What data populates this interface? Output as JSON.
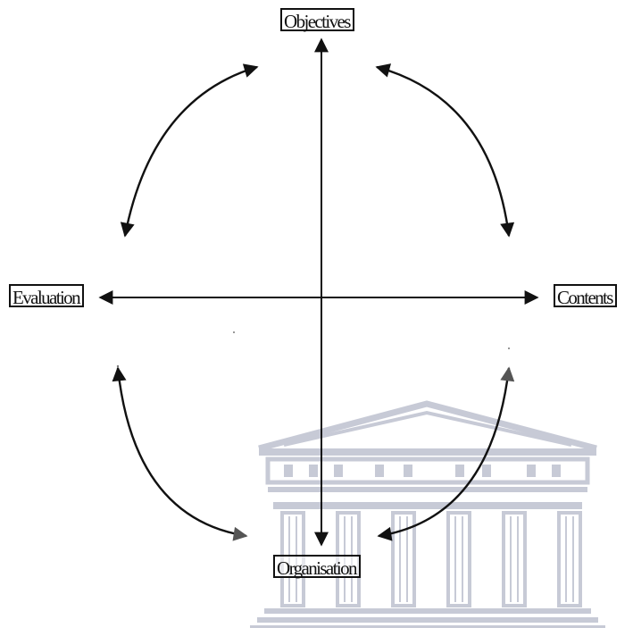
{
  "nodes": {
    "objectives": {
      "label": "Objectives"
    },
    "contents": {
      "label": "Contents"
    },
    "organisation": {
      "label": "Organisation"
    },
    "evaluation": {
      "label": "Evaluation"
    }
  },
  "colors": {
    "ink": "#111111",
    "watermark": "#c7cad6",
    "watermark_dark": "#aeb2c2"
  },
  "watermark": {
    "icon": "university-building-icon"
  }
}
